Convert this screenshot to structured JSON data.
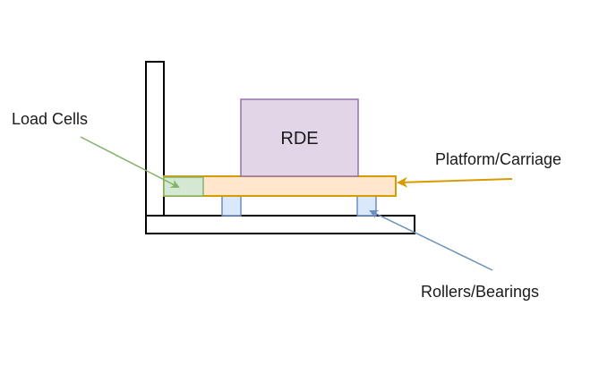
{
  "labels": {
    "rde": "RDE",
    "load_cells": "Load Cells",
    "platform": "Platform/Carriage",
    "rollers": "Rollers/Bearings"
  },
  "colors": {
    "outline": "#000000",
    "rde_fill": "#e1d5e7",
    "rde_stroke": "#9673a6",
    "platform_fill": "#ffe6cc",
    "platform_stroke": "#d79b00",
    "load_cell_fill": "#d5e8d4",
    "load_cell_stroke": "#82b366",
    "roller_fill": "#dae8fc",
    "roller_stroke": "#6c8ebf",
    "arrow_load_cells": "#82b366",
    "arrow_platform": "#d79b00",
    "arrow_rollers": "#6c8ebf"
  }
}
